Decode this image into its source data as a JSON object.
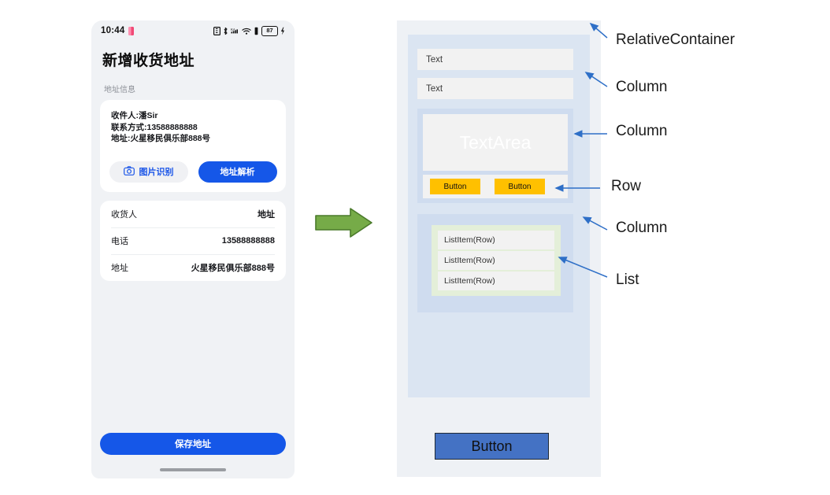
{
  "phone": {
    "status_bar": {
      "time": "10:44",
      "icons": [
        "sim-icon",
        "bluetooth-icon",
        "signal-ka-icon",
        "wifi-icon",
        "vibrate-icon"
      ],
      "battery_level": "87"
    },
    "page_title": "新增收货地址",
    "section_label": "地址信息",
    "card": {
      "lines": [
        "收件人:潘Sir",
        "联系方式:13588888888",
        "地址:火星移民俱乐部888号"
      ],
      "recognize_button": "图片识别",
      "parse_button": "地址解析"
    },
    "info_rows": [
      {
        "key": "收货人",
        "value": "地址"
      },
      {
        "key": "电话",
        "value": "13588888888"
      },
      {
        "key": "地址",
        "value": "火星移民俱乐部888号"
      }
    ],
    "save_button": "保存地址"
  },
  "diagram": {
    "text_box_1": "Text",
    "text_box_2": "Text",
    "textarea": "TextArea",
    "row_buttons": [
      "Button",
      "Button"
    ],
    "list_items": [
      "ListItem(Row)",
      "ListItem(Row)",
      "ListItem(Row)"
    ],
    "bottom_button": "Button"
  },
  "annotations": [
    {
      "label": "RelativeContainer"
    },
    {
      "label": "Column"
    },
    {
      "label": "Column"
    },
    {
      "label": "Row"
    },
    {
      "label": "Column"
    },
    {
      "label": "List"
    }
  ],
  "colors": {
    "brand_blue": "#1557e8",
    "diagram_outer": "#eef1f5",
    "column_blue": "#dbe5f2",
    "column_inner_blue": "#cfdcef",
    "list_green": "#e4efd9",
    "button_orange": "#ffc000",
    "bottom_button_blue": "#4472c4",
    "arrow_green": "#76ab48",
    "leader_blue": "#2e6fc7"
  }
}
